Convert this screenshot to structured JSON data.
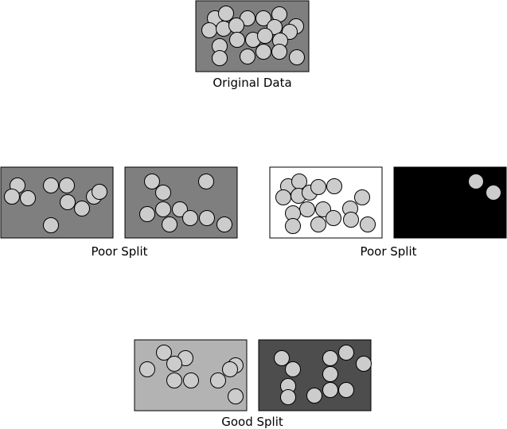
{
  "captions": {
    "original": "Original Data",
    "poor_split_a": "Poor Split",
    "poor_split_b": "Poor Split",
    "good_split": "Good Split"
  },
  "colors": {
    "original_fill": "#7f7f7f",
    "poor_a_left_fill": "#7f7f7f",
    "poor_a_right_fill": "#7f7f7f",
    "poor_b_left_fill": "#ffffff",
    "poor_b_right_fill": "#000000",
    "good_left_fill": "#b3b3b3",
    "good_right_fill": "#4d4d4d",
    "item_fill": "#cccccc",
    "outline": "#000000"
  }
}
